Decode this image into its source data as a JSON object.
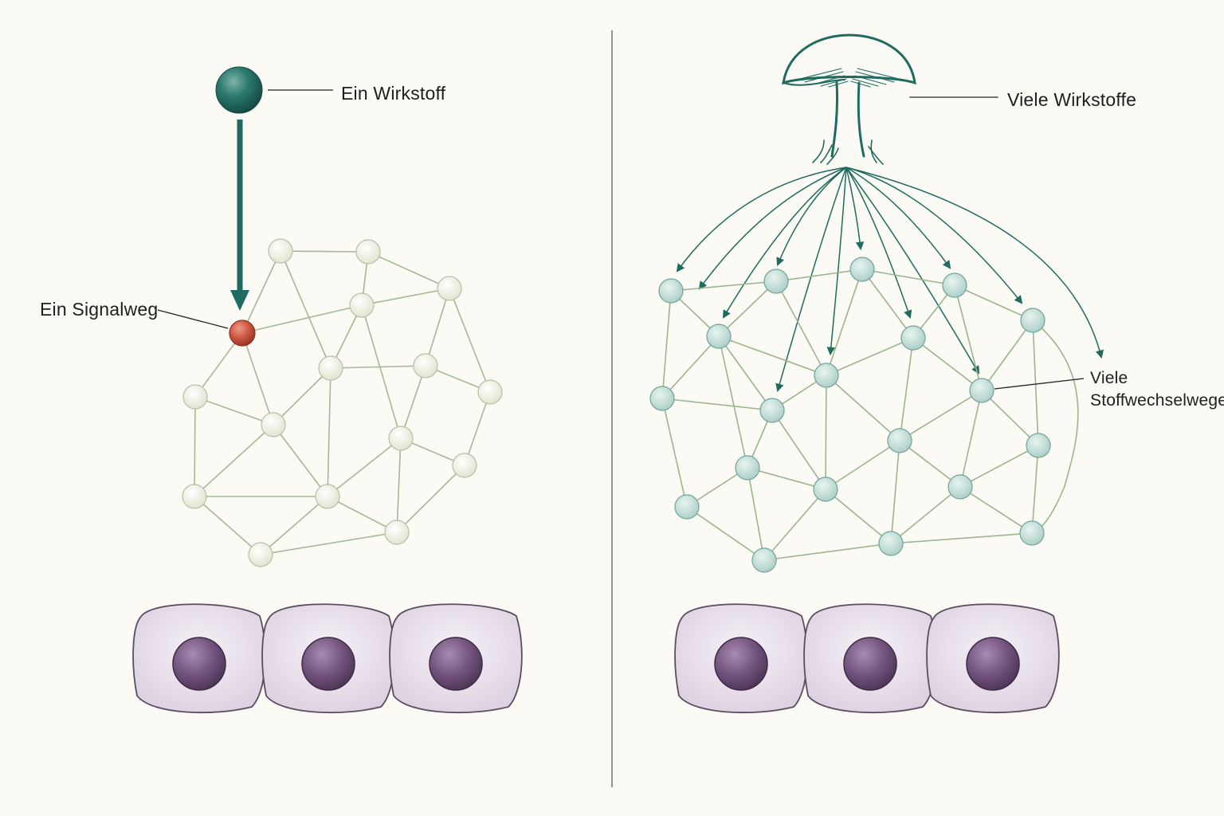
{
  "left_panel": {
    "compound_label": "Ein Wirkstoff",
    "pathway_label": "Ein Signalweg"
  },
  "right_panel": {
    "compound_label": "Viele Wirkstoffe",
    "pathway_label_line1": "Viele",
    "pathway_label_line2": "Stoffwechselwege"
  },
  "colors": {
    "background": "#fbfaf4",
    "compound_teal": "#1f6b60",
    "network_edge": "#9cb08a",
    "left_node_fill": "#edefe0",
    "right_node_fill": "#c6e0da",
    "target_node_red": "#c9533f",
    "cell_body": "#e6dfe8",
    "cell_nucleus": "#7a5a86"
  },
  "icons": [
    "compound-sphere-icon",
    "mushroom-icon",
    "cell-icon"
  ]
}
